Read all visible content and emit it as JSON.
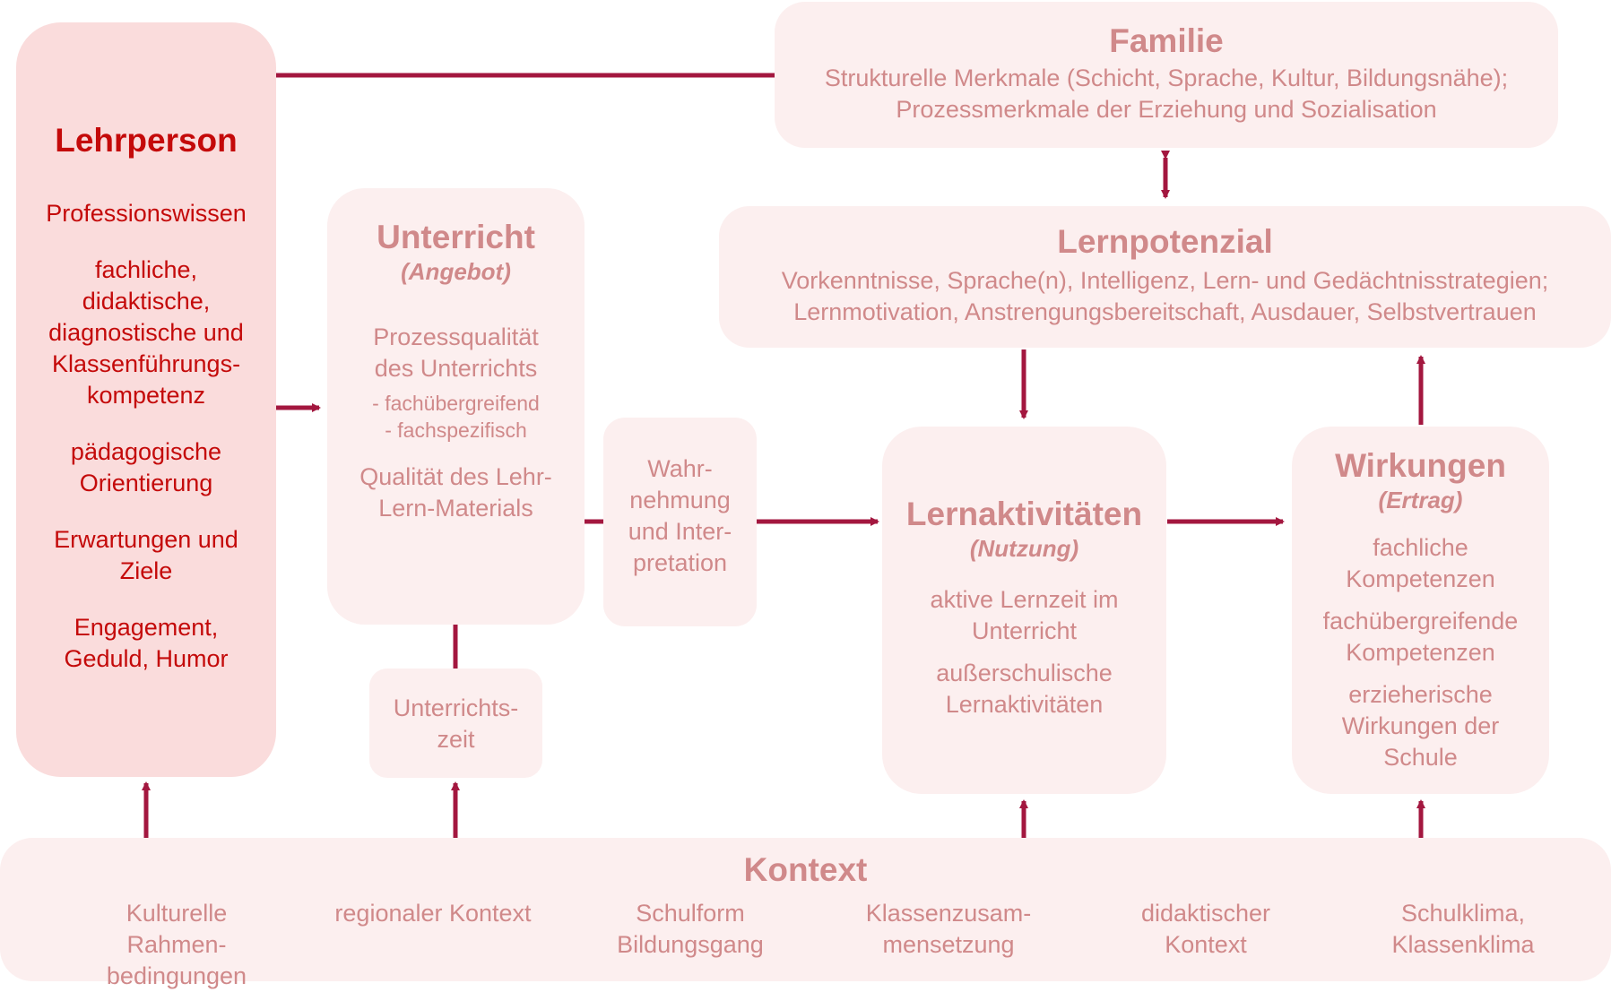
{
  "familie": {
    "title": "Familie",
    "text1": "Strukturelle Merkmale (Schicht, Sprache, Kultur, Bildungsnähe);",
    "text2": "Prozessmerkmale der Erziehung und Sozialisation"
  },
  "lernpotenzial": {
    "title": "Lernpotenzial",
    "text1": "Vorkenntnisse, Sprache(n), Intelligenz, Lern- und Gedächtnisstrategien;",
    "text2": "Lernmotivation, Anstrengungsbereitschaft, Ausdauer, Selbstvertrauen"
  },
  "lehrperson": {
    "title": "Lehrperson",
    "items": [
      "Professionswissen",
      "fachliche, didaktische, diagnostische und Klassenführungs- kompetenz",
      "pädagogische Orientierung",
      "Erwartungen und Ziele",
      "Engagement, Geduld, Humor"
    ]
  },
  "unterricht": {
    "title": "Unterricht",
    "subtitle": "(Angebot)",
    "item1": "Prozessqualität des Unterrichts",
    "bullet1": "- fachübergreifend",
    "bullet2": "- fachspezifisch",
    "item2": "Qualität des Lehr- Lern-Materials"
  },
  "unterrichtszeit": {
    "text": "Unterrichts- zeit"
  },
  "wahrnehmung": {
    "text": "Wahr- nehmung und Inter- pretation"
  },
  "lernaktivitaeten": {
    "title": "Lernaktivitäten",
    "subtitle": "(Nutzung)",
    "item1": "aktive Lernzeit im Unterricht",
    "item2": "außerschulische Lernaktivitäten"
  },
  "wirkungen": {
    "title": "Wirkungen",
    "subtitle": "(Ertrag)",
    "item1": "fachliche Kompetenzen",
    "item2": "fachübergreifende Kompetenzen",
    "item3": "erzieherische Wirkungen der Schule"
  },
  "kontext": {
    "title": "Kontext",
    "items": [
      "Kulturelle Rahmen- bedingungen",
      "regionaler Kontext",
      "Schulform Bildungsgang",
      "Klassenzusam- mensetzung",
      "didaktischer Kontext",
      "Schulklima, Klassenklima"
    ]
  },
  "colors": {
    "box_fill": "#fcefef",
    "teacher_fill": "#fadcdc",
    "teacher_text": "#c40a0a",
    "box_text": "#d0898a",
    "arrow": "#a3173f"
  }
}
